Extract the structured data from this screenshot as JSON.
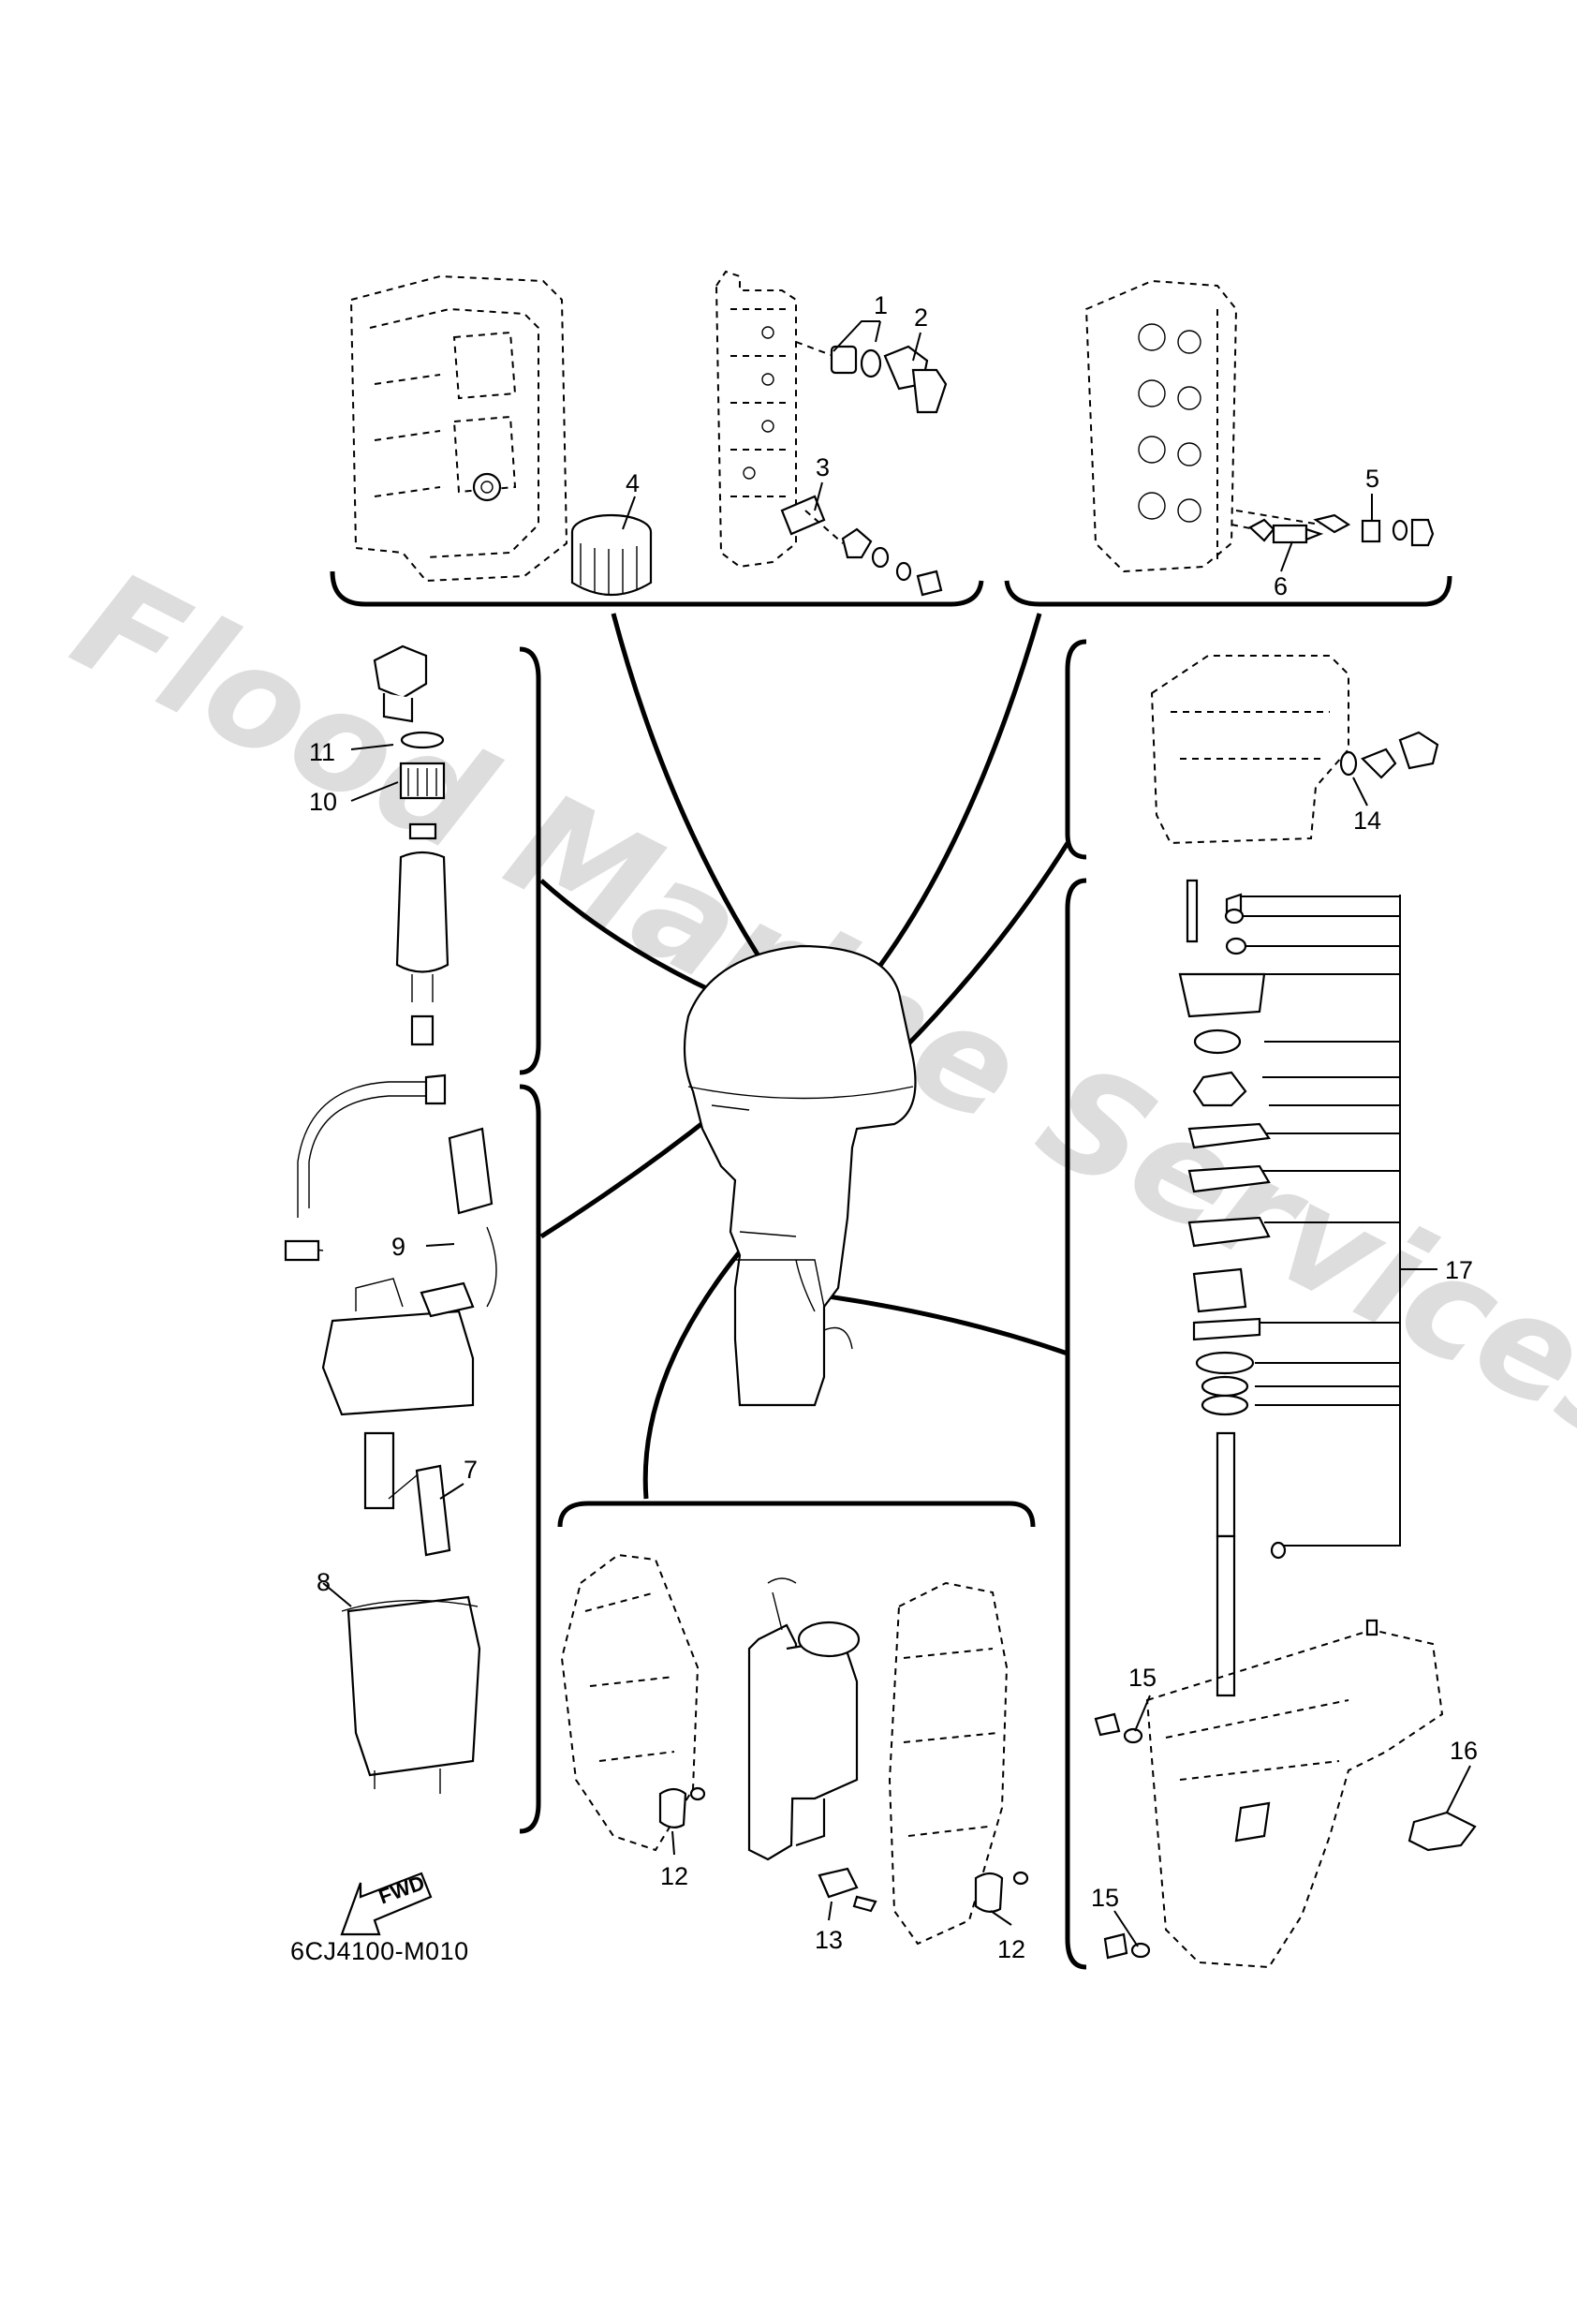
{
  "diagram": {
    "code": "6CJ4100-M010",
    "watermark": "Flood Marine Services",
    "fwd_label": "FWD",
    "callouts": [
      "1",
      "2",
      "3",
      "4",
      "5",
      "6",
      "7",
      "8",
      "9",
      "10",
      "11",
      "12",
      "12",
      "13",
      "14",
      "15",
      "15",
      "16",
      "17"
    ]
  }
}
